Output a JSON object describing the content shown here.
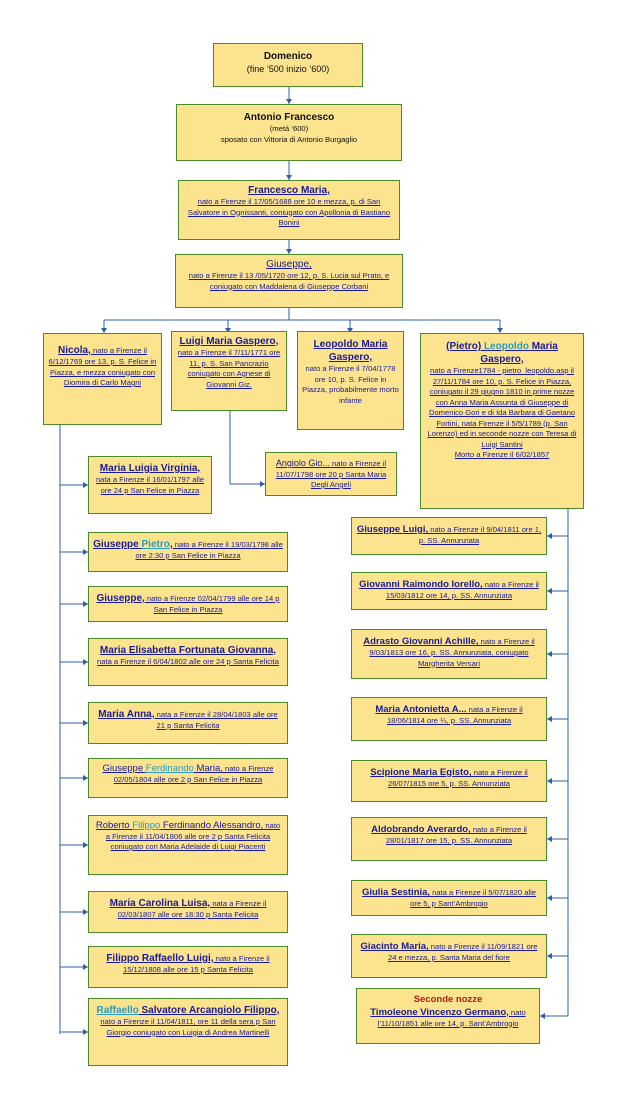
{
  "root": {
    "name": "Domenico",
    "dates": "(fine ‘500 inizio ‘600)"
  },
  "gen2": {
    "name": "Antonio Francesco",
    "line1": "(metà ‘600)",
    "line2": "sposato con Vittoria di Antonio Burgaglio"
  },
  "gen3": {
    "name": "Francesco Maria,",
    "text": "nato a Firenze il 17/05/1688 ore 10 e mezza, p. di San Salvatore in Ognissanti, coniugato con Apollonia di Bastiano Bonini"
  },
  "gen4": {
    "name": "Giuseppe,",
    "text": "nato a Firenze il 13 /05/1720 ore 12, p. S. Lucia sul Prato, e coniugato con Maddalena di Giuseppe Corbani"
  },
  "gen5": [
    {
      "name": "Nicola,",
      "text": " nato a Firenze il 6/12/1769 ore 13, p. S. Felice in Piazza, e mezza coniugato con Diomira di Carlo Magni"
    },
    {
      "name": "Luigi Maria Gaspero,",
      "text": "nato a Firenze il 7/11/1771 ore 11, p. S. San Pancrazio coniugato con Agnese di Giovanni Giz."
    },
    {
      "name": "Leopoldo Maria Gaspero,",
      "text": "nato a Firenze   il 7/04/1778 ore 10, p. S. Felice in Piazza, probabilmente morto infante"
    },
    {
      "name_a": "(Pietro) ",
      "name_b": "Leopoldo",
      "name_c": " Maria Gaspero,",
      "text": "nato a Firenze1784  - pietro_leopoldo.asp   il 27/11/1784 ore 10, p. S. Felice in Piazza, coniugato il 29 giugno 1810 in prime nozze con Anna Maria Assunta di Giuseppe di Domenico Gori e di Ida Barbara di Gaetano Fortini, nata Firenze il 5/5/1789 (p. San Lorenzo) ed in seconde nozze con Teresa di Luigi Santini",
      "death": "Morto a Firenze il 6/02/1857"
    }
  ],
  "luigi_child": {
    "name": "Angiolo Gio...",
    "text": " nato a Firenze il 11/07/1798 ore 20 p Santa Maria Degli Angeli"
  },
  "nicola_children": [
    {
      "parts": [
        {
          "t": "Maria Luigia Virginia,",
          "c": "name"
        }
      ],
      "text": " nata a Firenze il 16/01/1797 alle ore 24 p San Felice in Piazza"
    },
    {
      "parts": [
        {
          "t": "Giuseppe ",
          "c": "name"
        },
        {
          "t": "Pietro",
          "c": "name teal"
        },
        {
          "t": ",",
          "c": "name"
        }
      ],
      "text": " nato a Firenze il 19/03/1798 alle ore 2:30 p San Felice in Piazza"
    },
    {
      "parts": [
        {
          "t": "Giuseppe,",
          "c": "name"
        }
      ],
      "text": " nato a Firenze 02/04/1799 alle ore 14 p San Felice in Piazza"
    },
    {
      "parts": [
        {
          "t": "Maria Elisabetta Fortunata Giovanna,",
          "c": "name"
        }
      ],
      "text": " nata a Firenze il 6/04/1802 alle ore 24 p Santa Felicita"
    },
    {
      "parts": [
        {
          "t": "Maria Anna,",
          "c": "name"
        }
      ],
      "text": " nata a Firenze il 28/04/1803 alle ore 21 p Santa Felicita"
    },
    {
      "parts": [
        {
          "t": "Giuseppe ",
          "c": "plainname"
        },
        {
          "t": "Ferdinando",
          "c": "plainname teal"
        },
        {
          "t": " Maria,",
          "c": "plainname"
        }
      ],
      "text": " nato a Firenze 02/05/1804 alle ore 2 p San Felice in Piazza"
    },
    {
      "parts": [
        {
          "t": "Roberto ",
          "c": "plainname"
        },
        {
          "t": "Filippo",
          "c": "plainname teal"
        },
        {
          "t": " Ferdinando Alessandro,",
          "c": "plainname"
        }
      ],
      "text": " nato a Firenze il 11/04/1806 alle ore 2 p Santa Felicita coniugato con Maria Adelaide di Luigi Piacenti"
    },
    {
      "parts": [
        {
          "t": "Maria Carolina Luisa,",
          "c": "name"
        }
      ],
      "text": " nata a Firenze il 02/03/1807 alle ore 18:30 p Santa Felicita"
    },
    {
      "parts": [
        {
          "t": "Filippo Raffaello Luigi,",
          "c": "name"
        }
      ],
      "text": " nato a Firenze il 15/12/1808 alle ore 15 p Santa Felicita"
    },
    {
      "parts": [
        {
          "t": "Raffaello",
          "c": "name teal"
        },
        {
          "t": " Salvatore Arcangiolo Filippo,",
          "c": "name"
        }
      ],
      "text": " nato a Firenze il 11/04/1811, ore 11 della sera p San Giorgio coniugato con Luigia di Andrea Martinelli"
    }
  ],
  "leopoldo_children": [
    {
      "name": "Giuseppe Luigi,",
      "text": " nato a Firenze   il 9/04/1811 ore 1, p. SS. Annunziata"
    },
    {
      "name": "Giovanni Raimondo Iorello,",
      "text": " nato a Firenze   il 15/03/1812 ore 14, p. SS. Annunziata"
    },
    {
      "name": "Adrasto Giovanni Achille,",
      "text": " nato a Firenze il 9/03/1813 ore 16, p. SS. Annunziata, coniugato Margherita Versari "
    },
    {
      "name": "Maria Antonietta A...",
      "text": " nata a Firenze il 18/06/1814 ore ¼, p. SS. Annunziata"
    },
    {
      "name": "Scipione Maria Egisto,",
      "text": " nato a Firenze il 26/07/1815 ore 5, p. SS. Annunziata"
    },
    {
      "name": "Aldobrando Averardo,",
      "text": " nato a Firenze il 28/01/1817 ore 15, p. SS. Annunziata"
    },
    {
      "name": "Giulia Sestinia,",
      "text": " nata a Firenze il 5/07/1820 alle ore 5, p Sant’Ambrogio"
    },
    {
      "name": "Giacinto Maria,",
      "text": " nato a Firenze il 11/09/1821 ore 24 e mezza, p. Santa Maria del fiore"
    }
  ],
  "second_marriage": {
    "heading": "Seconde nozze",
    "name": "Timoleone Vincenzo Germano,",
    "text": " nato l’11/10/1851 alle ore 14, p. Sant’Ambrogio"
  },
  "colors": {
    "box_fill": "#fce48f",
    "box_border": "#4a8a2a",
    "connector": "#2f5fa8",
    "link_text": "#1a1a99",
    "teal_name": "#2a9ac0",
    "red_heading": "#b01c1c"
  }
}
